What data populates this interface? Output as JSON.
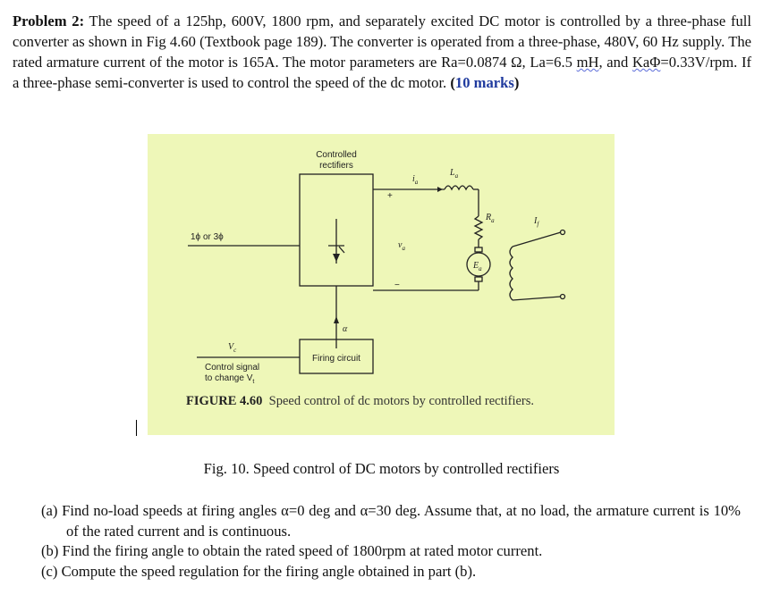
{
  "problem": {
    "title": "Problem 2:",
    "line1": " The speed of a 125hp, 600V, 1800 rpm, and separately excited DC motor is controlled by a three-phase full converter as shown in Fig 4.60 (Textbook page 189). The converter is operated from a three-phase, 480V, 60 Hz supply. The rated armature current of the motor is 165A. The motor parameters are Ra=0.0874 Ω, La=6.5 ",
    "mh": "mH",
    "mid": ", and ",
    "kaphi": "KaΦ",
    "line2": "=0.33V/rpm. If a three-phase semi-converter is used to control the speed of the dc motor. ",
    "paren_open": "(",
    "marks": "10 marks",
    "paren_close": ")"
  },
  "figure": {
    "label_controlled": "Controlled",
    "label_rectifiers": "rectifiers",
    "label_supply": "1ϕ or 3ϕ",
    "label_ia": "i",
    "label_ia_sub": "a",
    "label_la": "L",
    "label_la_sub": "a",
    "label_ra": "R",
    "label_ra_sub": "a",
    "label_if": "I",
    "label_if_sub": "f",
    "label_va": "v",
    "label_va_sub": "a",
    "label_ea": "E",
    "label_ea_sub": "a",
    "label_plus": "+",
    "label_minus": "−",
    "label_alpha": "α",
    "label_vc": "V",
    "label_vc_sub": "c",
    "label_firing": "Firing circuit",
    "label_control1": "Control signal",
    "label_control2": "to change V",
    "label_control2_sub": "t",
    "caption_num": "FIGURE 4.60",
    "caption_text": "Speed control of dc motors by controlled rectifiers."
  },
  "fig_title": "Fig. 10. Speed control of DC motors by controlled rectifiers",
  "questions": {
    "a": "(a) Find no-load speeds at firing angles α=0 deg and α=30 deg. Assume that, at no load, the armature current is 10% of the rated current and is continuous.",
    "b": "(b) Find the firing angle to obtain the rated speed of 1800rpm at rated motor current.",
    "c": "(c) Compute the speed regulation for the firing angle obtained in part (b)."
  },
  "colors": {
    "figure_background": "#eef7b8",
    "marks_blue": "#1f3a9e"
  }
}
